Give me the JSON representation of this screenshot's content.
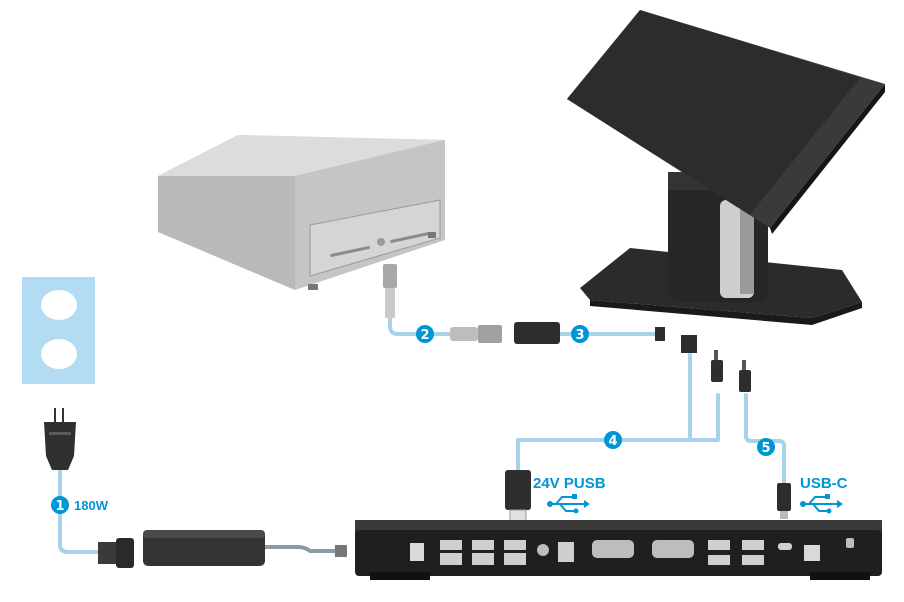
{
  "callouts": [
    {
      "number": "1",
      "label": "180W"
    },
    {
      "number": "2",
      "label": ""
    },
    {
      "number": "3",
      "label": ""
    },
    {
      "number": "4",
      "label": "24V PUSB"
    },
    {
      "number": "5",
      "label": "USB-C"
    }
  ],
  "icons": [
    "usb-icon",
    "usb-icon"
  ],
  "colors": {
    "cable": "#a7d3ea",
    "callout": "#0096d6",
    "label": "#0096d6",
    "hardware_dark": "#2b2b2b",
    "hardware_light": "#c4c4c4",
    "outlet": "#b3dcf2"
  }
}
